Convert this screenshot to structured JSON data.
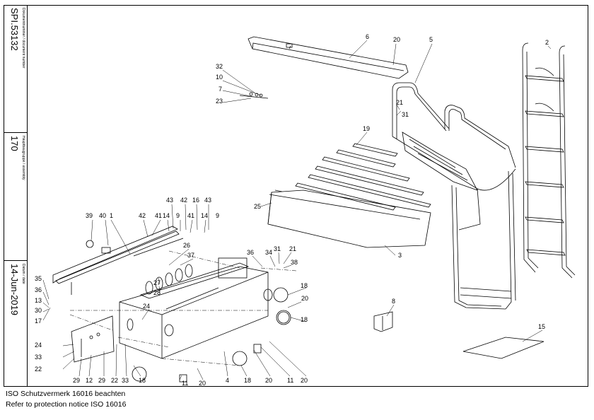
{
  "title_block": {
    "doc_number_label": "Dokumentnummer / document number",
    "doc_number": "SPI.53132",
    "assembly_label": "Hauptbaugruppe / assembly",
    "assembly": "170",
    "date_label": "Datum / date",
    "date": "14-Jun-2019"
  },
  "footer": {
    "line1": "ISO Schutzvermerk 16016 beachten",
    "line2": "Refer to protection notice ISO 16016"
  },
  "callouts": {
    "c6": "6",
    "c20a": "20",
    "c5": "5",
    "c2": "2",
    "c32": "32",
    "c10": "10",
    "c7": "7",
    "c23": "23",
    "c21a": "21",
    "c31a": "31",
    "c19": "19",
    "c25": "25",
    "c3": "3",
    "c43a": "43",
    "c42a": "42",
    "c16": "16",
    "c43b": "43",
    "c39": "39",
    "c40": "40",
    "c1": "1",
    "c42b": "42",
    "c41a": "41",
    "c14a": "14",
    "c9a": "9",
    "c41b": "41",
    "c14b": "14",
    "c9b": "9",
    "c26": "26",
    "c37": "37",
    "c36a": "36",
    "c34": "34",
    "c31b": "31",
    "c21b": "21",
    "c38": "38",
    "c35": "35",
    "c36b": "36",
    "c13": "13",
    "c30": "30",
    "c17": "17",
    "c27": "27",
    "c28": "28",
    "c24a": "24",
    "c18a": "18",
    "c20b": "20",
    "c18b": "18",
    "c8": "8",
    "c15": "15",
    "c24b": "24",
    "c33a": "33",
    "c22a": "22",
    "c29a": "29",
    "c12": "12",
    "c29b": "29",
    "c22b": "22",
    "c33b": "33",
    "c18c": "18",
    "c11a": "11",
    "c20c": "20",
    "c4": "4",
    "c18d": "18",
    "c20d": "20",
    "c11b": "11",
    "c20e": "20"
  }
}
